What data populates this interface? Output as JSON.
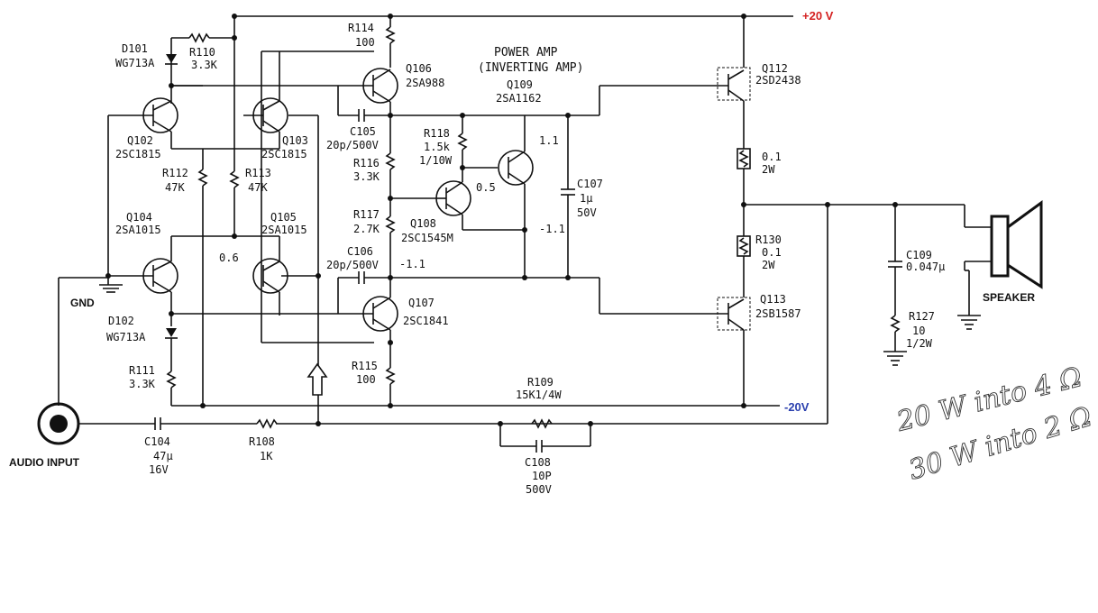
{
  "title": {
    "line1": "POWER AMP",
    "line2": "(INVERTING AMP)"
  },
  "rails": {
    "pos": {
      "label": "+20 V",
      "color": "#d42020"
    },
    "neg": {
      "label": "-20V",
      "color": "#2a3fae"
    }
  },
  "io": {
    "audio_input": "AUDIO INPUT",
    "gnd": "GND",
    "speaker": "SPEAKER"
  },
  "handwritten": {
    "line1": "20 W into 4 Ω",
    "line2": "30 W into 2 Ω"
  },
  "components": {
    "D101": {
      "ref": "D101",
      "val": "WG713A"
    },
    "D102": {
      "ref": "D102",
      "val": "WG713A"
    },
    "R110": {
      "ref": "R110",
      "val": "3.3K"
    },
    "R114": {
      "ref": "R114",
      "val": "100"
    },
    "Q106": {
      "ref": "Q106",
      "val": "2SA988"
    },
    "Q109": {
      "ref": "Q109",
      "val": "2SA1162"
    },
    "Q112": {
      "ref": "Q112",
      "val": "2SD2438"
    },
    "Q102": {
      "ref": "Q102",
      "val": "2SC1815"
    },
    "Q103": {
      "ref": "Q103",
      "val": "2SC1815"
    },
    "C105": {
      "ref": "C105",
      "val": "20p/500V"
    },
    "R118": {
      "ref": "R118",
      "val": "1.5k",
      "val2": "1/10W"
    },
    "R112": {
      "ref": "R112",
      "val": "47K"
    },
    "R113": {
      "ref": "R113",
      "val": "47K"
    },
    "R116": {
      "ref": "R116",
      "val": "3.3K"
    },
    "C107": {
      "ref": "C107",
      "val": "1µ",
      "val2": "50V"
    },
    "R_e112": {
      "val": "0.1",
      "val2": "2W"
    },
    "Q104": {
      "ref": "Q104",
      "val": "2SA1015"
    },
    "Q105": {
      "ref": "Q105",
      "val": "2SA1015"
    },
    "R117": {
      "ref": "R117",
      "val": "2.7K"
    },
    "Q108": {
      "ref": "Q108",
      "val": "2SC1545M"
    },
    "R130": {
      "ref": "R130",
      "val": "0.1",
      "val2": "2W"
    },
    "C109": {
      "ref": "C109",
      "val": "0.047µ"
    },
    "C106": {
      "ref": "C106",
      "val": "20p/500V"
    },
    "Q107": {
      "ref": "Q107",
      "val": "2SC1841"
    },
    "Q113": {
      "ref": "Q113",
      "val": "2SB1587"
    },
    "R127": {
      "ref": "R127",
      "val": "10",
      "val2": "1/2W"
    },
    "R111": {
      "ref": "R111",
      "val": "3.3K"
    },
    "R115": {
      "ref": "R115",
      "val": "100"
    },
    "R109": {
      "ref": "R109",
      "val": "15K1/4W"
    },
    "C104": {
      "ref": "C104",
      "val": "47µ",
      "val2": "16V"
    },
    "R108": {
      "ref": "R108",
      "val": "1K"
    },
    "C108": {
      "ref": "C108",
      "val": "10P",
      "val2": "500V"
    }
  },
  "voltages": {
    "v1": "1.1",
    "v2": "0.5",
    "v3": "-1.1",
    "v4": "-1.1",
    "v5": "0.6"
  }
}
